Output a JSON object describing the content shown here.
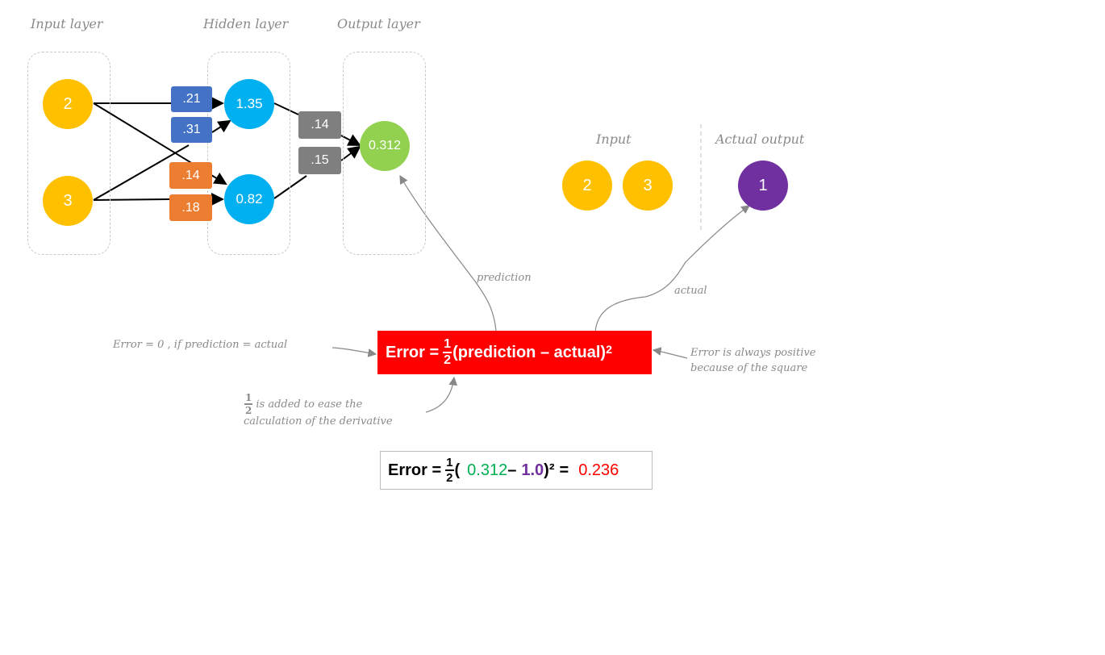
{
  "layers": {
    "input_label": "Input layer",
    "hidden_label": "Hidden layer",
    "output_label": "Output layer"
  },
  "network": {
    "inputs": [
      "2",
      "3"
    ],
    "hidden": [
      "1.35",
      "0.82"
    ],
    "output": "0.312",
    "weights_input_hidden": [
      ".21",
      ".31",
      ".14",
      ".18"
    ],
    "weights_hidden_output": [
      ".14",
      ".15"
    ]
  },
  "side_panel": {
    "input_label": "Input",
    "actual_output_label": "Actual output",
    "inputs": [
      "2",
      "3"
    ],
    "actual": "1"
  },
  "annotations": {
    "prediction": "prediction",
    "actual": "actual",
    "error_zero": "Error = 0 , if prediction = actual",
    "always_positive_line1": "Error is always positive",
    "always_positive_line2": "because of the square",
    "half_note_line1": "is added to ease the",
    "half_note_line2": "calculation of the derivative"
  },
  "formula": {
    "lhs": "Error =",
    "half_num": "1",
    "half_den": "2",
    "body": "(prediction – actual)",
    "exponent": "2"
  },
  "calculation": {
    "lhs": "Error =",
    "half_num": "1",
    "half_den": "2",
    "open": "(",
    "prediction": "0.312",
    "minus": "–",
    "actual": "1.0",
    "close": ")",
    "exponent": "²",
    "equals": "=",
    "result": "0.236"
  },
  "colors": {
    "input_node": "#ffc000",
    "hidden_node": "#00b0f0",
    "output_node": "#92d050",
    "actual_node": "#7030a0",
    "weight_blue": "#4472c4",
    "weight_orange": "#ed7d31",
    "weight_gray": "#7f7f7f",
    "formula_bg": "#ff0000",
    "prediction_text": "#00b050",
    "actual_text": "#7030a0",
    "result_text": "#ff0000"
  }
}
